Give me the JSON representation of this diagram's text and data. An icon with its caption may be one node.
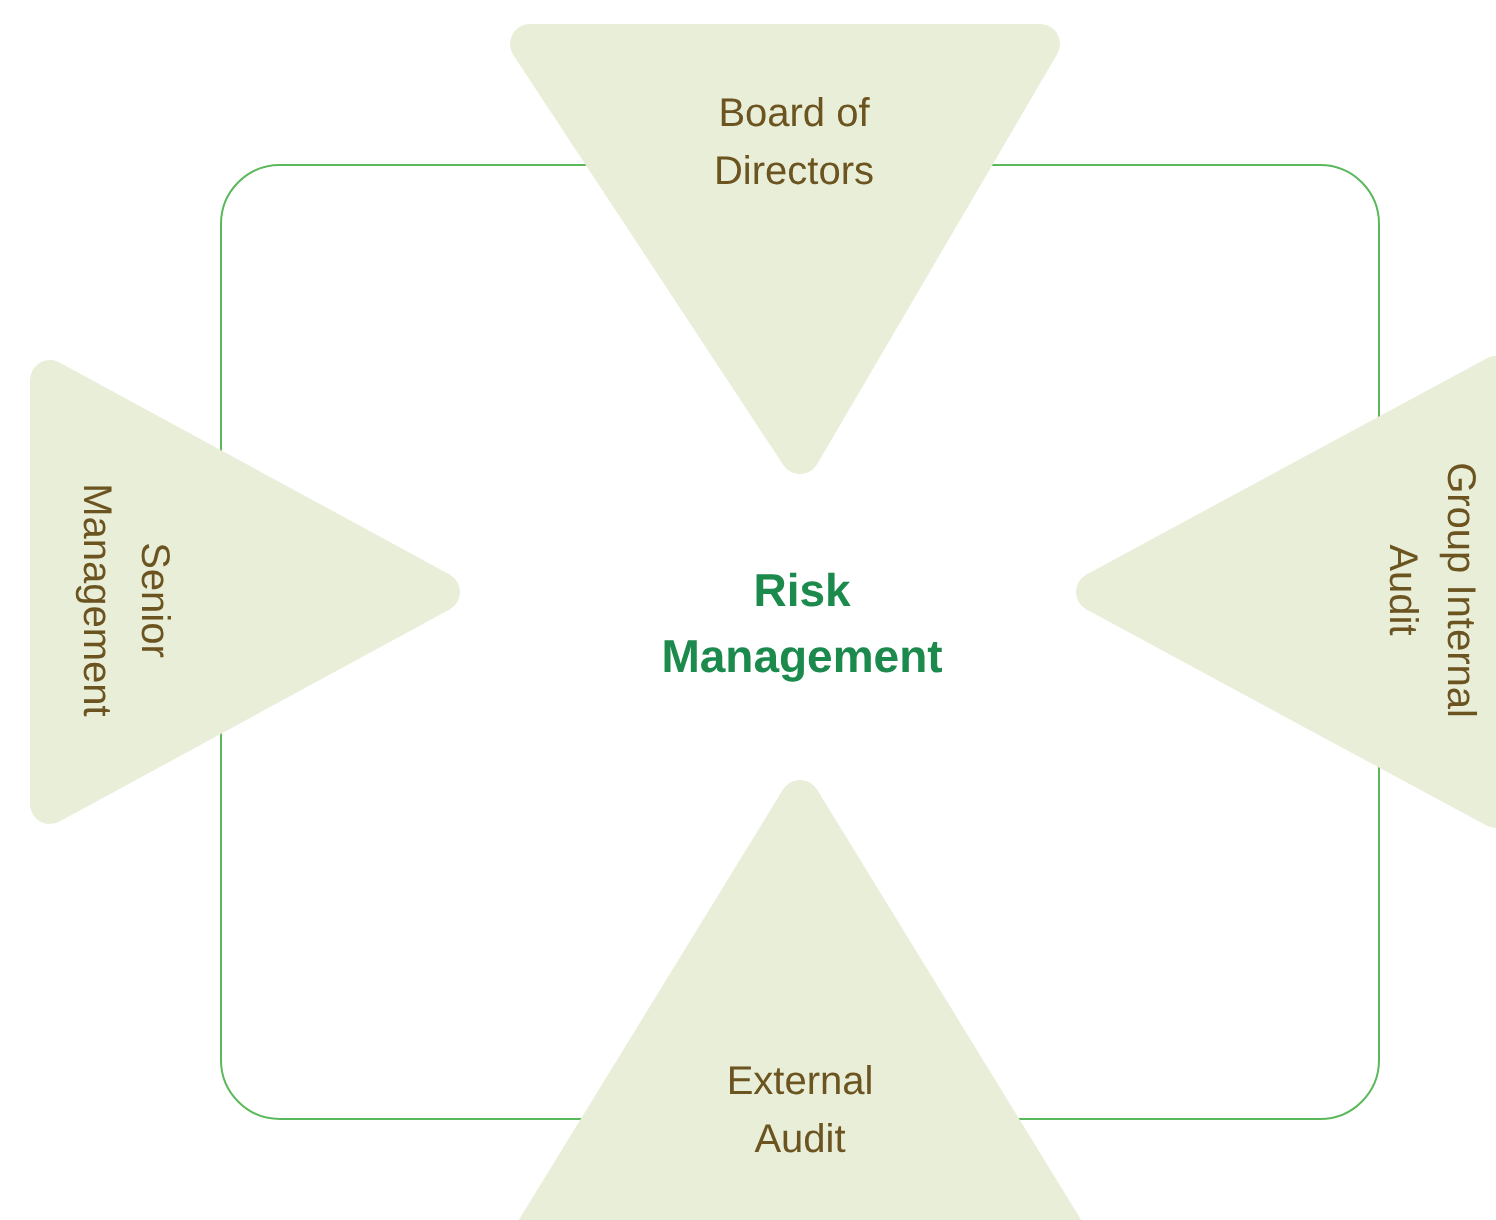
{
  "diagram": {
    "nodes": [
      {
        "text": [
          "Board of Directors"
        ]
      },
      {
        "text": [
          "Senior Management"
        ]
      },
      {
        "text": [
          "Risk Management"
        ]
      },
      {
        "text": [
          "Group Internal Audit"
        ]
      },
      {
        "text": [
          "External Audit"
        ]
      }
    ]
  }
}
